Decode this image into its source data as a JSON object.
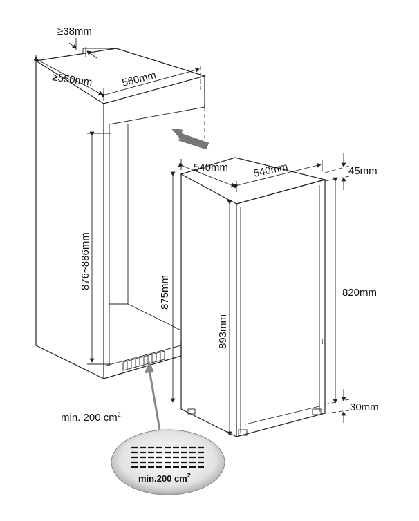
{
  "labels": {
    "gap_top": "≥38mm",
    "niche_depth": "≥550mm",
    "niche_width": "560mm",
    "niche_height": "876~886mm",
    "appliance_depth": "540mm",
    "appliance_width": "540mm",
    "appliance_top_gap": "45mm",
    "appliance_body_height": "820mm",
    "appliance_bottom_gap": "30mm",
    "appliance_total_height": "893mm",
    "appliance_height_side": "875mm",
    "ventilation_label": "min. 200 cm",
    "ventilation_label_sup": "2",
    "vent_detail_label": "min.200 cm",
    "vent_detail_sup": "2"
  },
  "colors": {
    "line": "#222222",
    "arrow": "#7a7a7a",
    "detail_fill": "#d9d9d9"
  },
  "icons": {
    "insert_arrow": "arrow-icon",
    "vent_pointer": "pointer-arrow-icon"
  }
}
